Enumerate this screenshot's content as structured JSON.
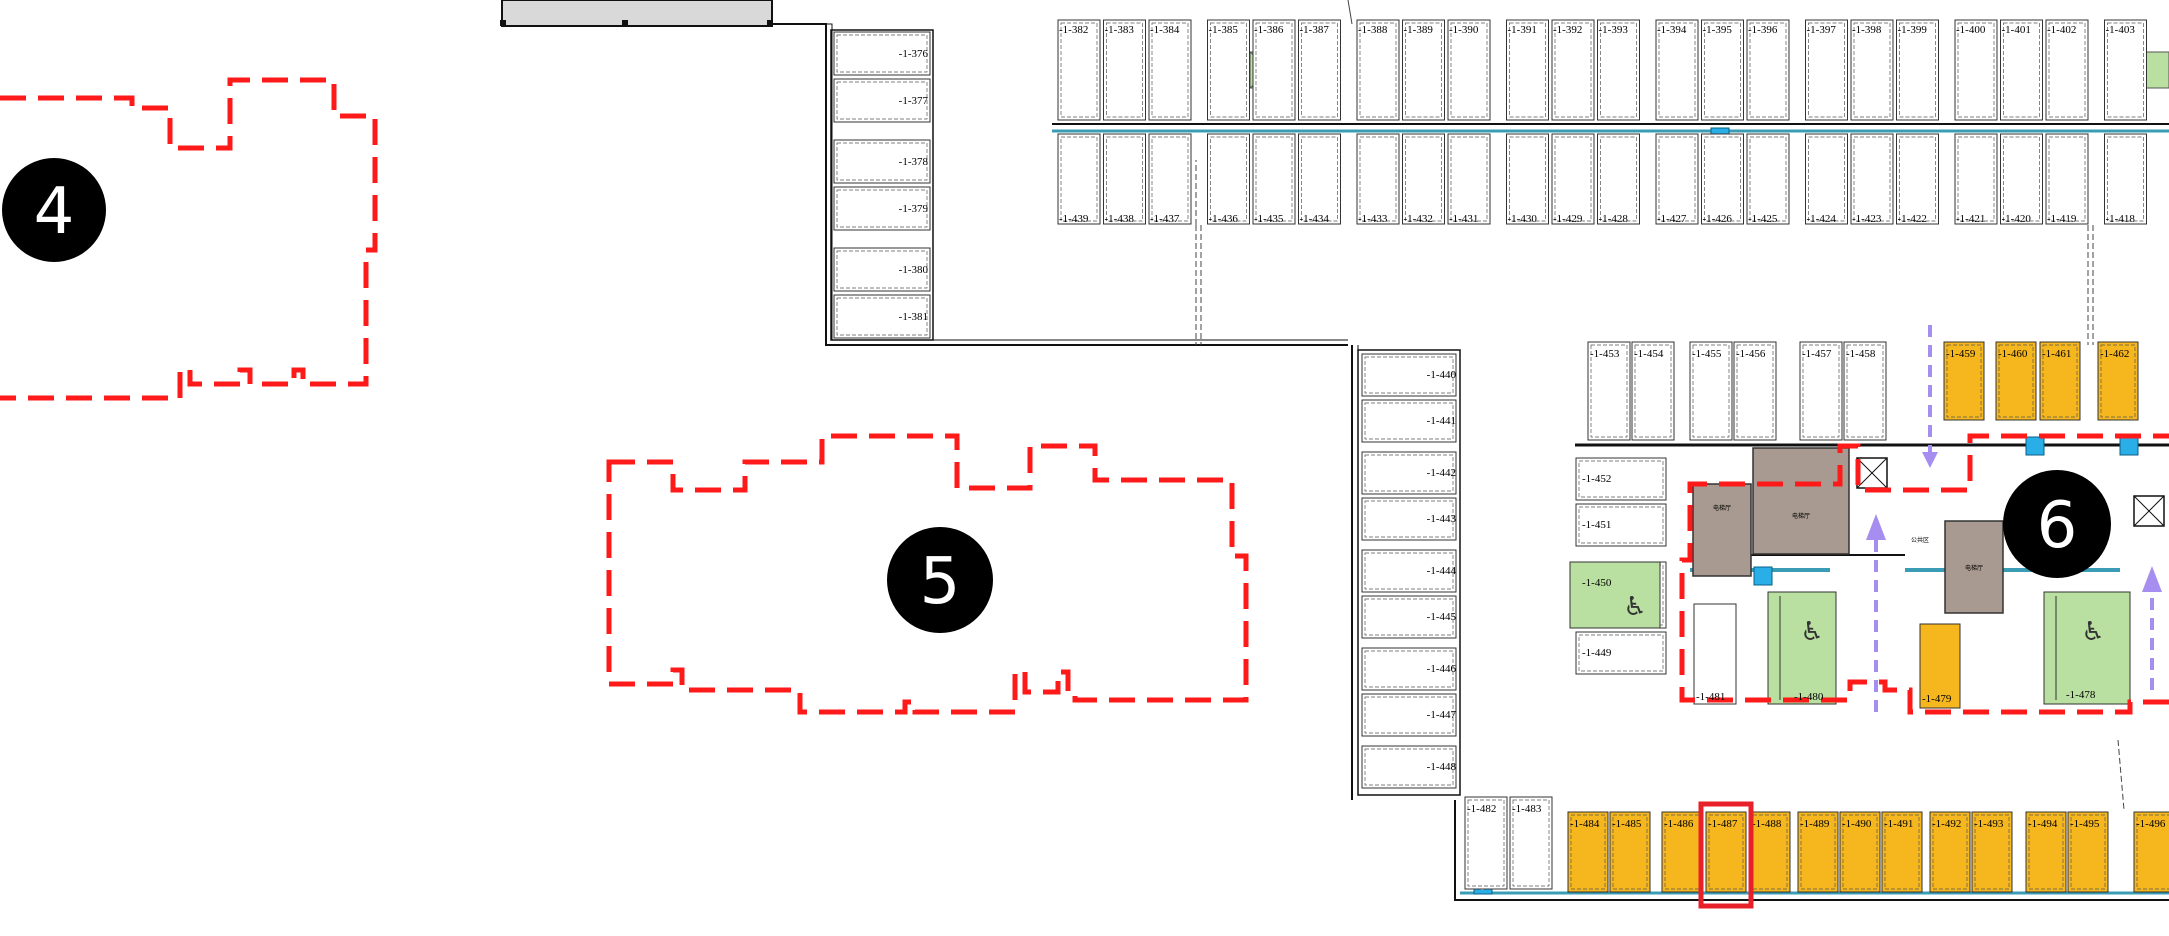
{
  "colors": {
    "boundary_red": "#ff1a1a",
    "parking_orange": "#f5b61e",
    "green_area": "#b9e0a0",
    "brown_room": "#a89a90",
    "accessible_blue": "#29aee8",
    "arrow_purple": "#a68ef0",
    "highlight_red": "#e8202a",
    "wall_black": "#111111",
    "zone_badge_black": "#000000"
  },
  "zones": [
    {
      "id": "zone-4",
      "number": "4"
    },
    {
      "id": "zone-5",
      "number": "5"
    },
    {
      "id": "zone-6",
      "number": "6"
    }
  ],
  "lots": {
    "col_a": [
      "-1-376",
      "-1-377",
      "-1-378",
      "-1-379",
      "-1-380",
      "-1-381"
    ],
    "top_row": [
      "-1-382",
      "-1-383",
      "-1-384",
      "-1-385",
      "-1-386",
      "-1-387",
      "-1-388",
      "-1-389",
      "-1-390",
      "-1-391",
      "-1-392",
      "-1-393",
      "-1-394",
      "-1-395",
      "-1-396",
      "-1-397",
      "-1-398",
      "-1-399",
      "-1-400",
      "-1-401",
      "-1-402",
      "-1-403"
    ],
    "second_row": [
      "-1-439",
      "-1-438",
      "-1-437",
      "-1-436",
      "-1-435",
      "-1-434",
      "-1-433",
      "-1-432",
      "-1-431",
      "-1-430",
      "-1-429",
      "-1-428",
      "-1-427",
      "-1-426",
      "-1-425",
      "-1-424",
      "-1-423",
      "-1-422",
      "-1-421",
      "-1-420",
      "-1-419",
      "-1-418"
    ],
    "col_b": [
      "-1-440",
      "-1-441",
      "-1-442",
      "-1-443",
      "-1-444",
      "-1-445",
      "-1-446",
      "-1-447",
      "-1-448"
    ],
    "bottom_white": [
      "-1-482",
      "-1-483"
    ],
    "bottom_orange": [
      "-1-484",
      "-1-485",
      "-1-486",
      "-1-487",
      "-1-488",
      "-1-489",
      "-1-490",
      "-1-491",
      "-1-492",
      "-1-493",
      "-1-494",
      "-1-495",
      "-1-496"
    ],
    "upper_white": [
      "-1-453",
      "-1-454",
      "-1-455",
      "-1-456",
      "-1-457",
      "-1-458"
    ],
    "upper_orange": [
      "-1-459",
      "-1-460",
      "-1-461",
      "-1-462"
    ],
    "left_stack": [
      "-1-452",
      "-1-451",
      "-1-450",
      "-1-449"
    ],
    "inner": [
      "-1-481",
      "-1-480",
      "-1-479",
      "-1-478"
    ]
  },
  "highlighted_lot": "-1-487",
  "room_labels": {
    "brown_a": "电梯厅",
    "brown_b": "电梯厅",
    "mid": "公共区",
    "brown_c": "电梯厅"
  }
}
